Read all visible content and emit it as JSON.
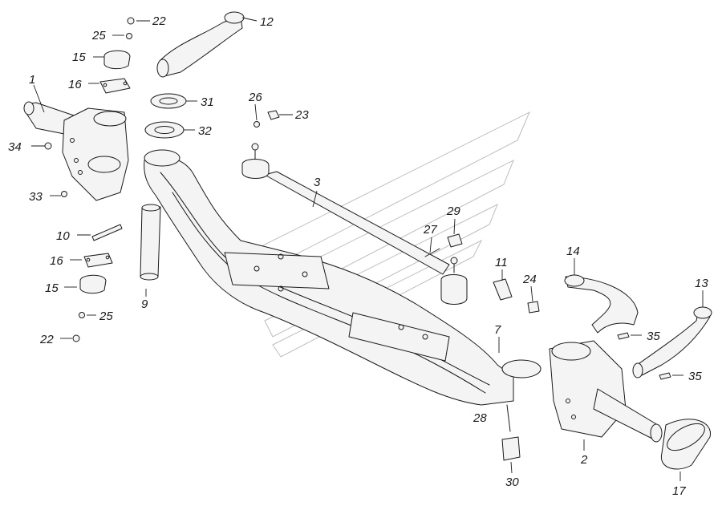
{
  "callouts": [
    {
      "id": "c22a",
      "label": "22"
    },
    {
      "id": "c12",
      "label": "12"
    },
    {
      "id": "c25a",
      "label": "25"
    },
    {
      "id": "c15a",
      "label": "15"
    },
    {
      "id": "c1",
      "label": "1"
    },
    {
      "id": "c16a",
      "label": "16"
    },
    {
      "id": "c31",
      "label": "31"
    },
    {
      "id": "c26",
      "label": "26"
    },
    {
      "id": "c23",
      "label": "23"
    },
    {
      "id": "c32",
      "label": "32"
    },
    {
      "id": "c34",
      "label": "34"
    },
    {
      "id": "c3",
      "label": "3"
    },
    {
      "id": "c33",
      "label": "33"
    },
    {
      "id": "c29",
      "label": "29"
    },
    {
      "id": "c27",
      "label": "27"
    },
    {
      "id": "c10",
      "label": "10"
    },
    {
      "id": "c16b",
      "label": "16"
    },
    {
      "id": "c14",
      "label": "14"
    },
    {
      "id": "c11",
      "label": "11"
    },
    {
      "id": "c24",
      "label": "24"
    },
    {
      "id": "c13",
      "label": "13"
    },
    {
      "id": "c15b",
      "label": "15"
    },
    {
      "id": "c9",
      "label": "9"
    },
    {
      "id": "c25b",
      "label": "25"
    },
    {
      "id": "c22b",
      "label": "22"
    },
    {
      "id": "c7",
      "label": "7"
    },
    {
      "id": "c35a",
      "label": "35"
    },
    {
      "id": "c35b",
      "label": "35"
    },
    {
      "id": "c28",
      "label": "28"
    },
    {
      "id": "c2",
      "label": "2"
    },
    {
      "id": "c30",
      "label": "30"
    },
    {
      "id": "c17",
      "label": "17"
    }
  ]
}
